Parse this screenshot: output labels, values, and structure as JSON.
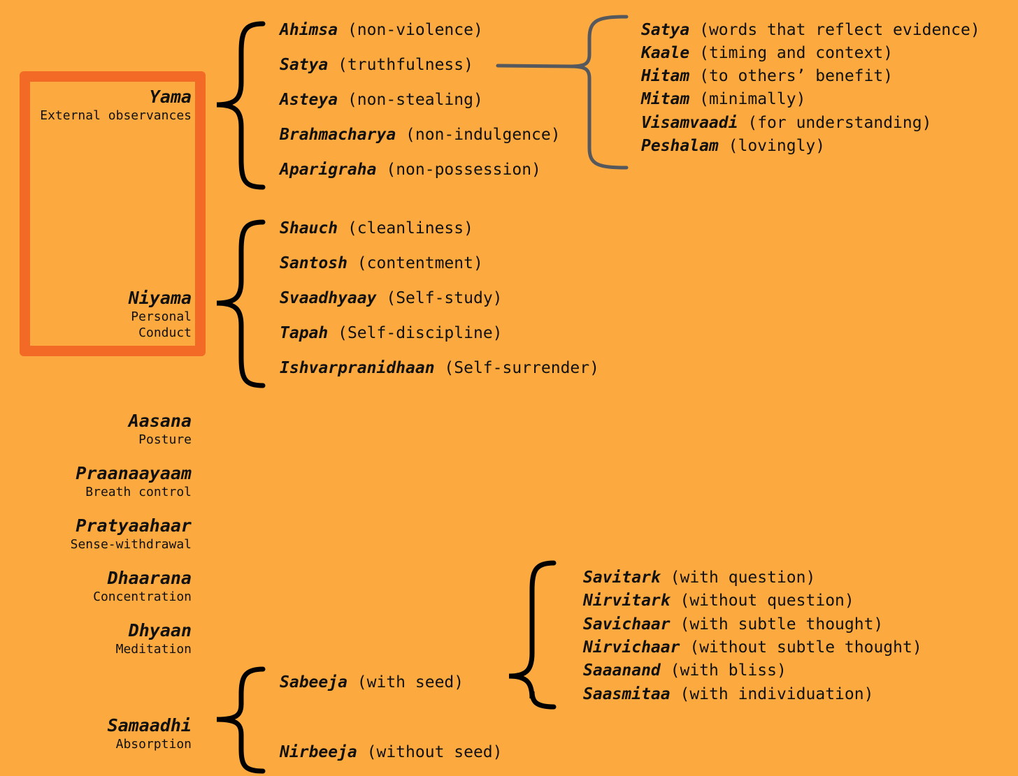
{
  "colors": {
    "background": "#FCA93F",
    "highlight": "#F26A25",
    "brace": "#000000",
    "brace_alt": "#55595E"
  },
  "limbs": [
    {
      "name": "Yama",
      "desc": "External observances"
    },
    {
      "name": "Niyama",
      "desc": "Personal\nConduct"
    },
    {
      "name": "Aasana",
      "desc": "Posture"
    },
    {
      "name": "Praanaayaam",
      "desc": "Breath control"
    },
    {
      "name": "Pratyaahaar",
      "desc": "Sense-withdrawal"
    },
    {
      "name": "Dhaarana",
      "desc": "Concentration"
    },
    {
      "name": "Dhyaan",
      "desc": "Meditation"
    },
    {
      "name": "Samaadhi",
      "desc": "Absorption"
    }
  ],
  "yama_items": [
    {
      "term": "Ahimsa",
      "gloss": "(non-violence)"
    },
    {
      "term": "Satya",
      "gloss": "(truthfulness)"
    },
    {
      "term": "Asteya",
      "gloss": "(non-stealing)"
    },
    {
      "term": "Brahmacharya",
      "gloss": "(non-indulgence)"
    },
    {
      "term": "Aparigraha",
      "gloss": "(non-possession)"
    }
  ],
  "satya_items": [
    {
      "term": "Satya",
      "gloss": "(words that reflect evidence)"
    },
    {
      "term": "Kaale",
      "gloss": "(timing and context)"
    },
    {
      "term": "Hitam",
      "gloss": "(to others’ benefit)"
    },
    {
      "term": "Mitam",
      "gloss": "(minimally)"
    },
    {
      "term": "Visamvaadi",
      "gloss": "(for understanding)"
    },
    {
      "term": "Peshalam",
      "gloss": "(lovingly)"
    }
  ],
  "niyama_items": [
    {
      "term": "Shauch",
      "gloss": "(cleanliness)"
    },
    {
      "term": "Santosh",
      "gloss": "(contentment)"
    },
    {
      "term": "Svaadhyaay",
      "gloss": "(Self-study)"
    },
    {
      "term": "Tapah",
      "gloss": "(Self-discipline)"
    },
    {
      "term": "Ishvarpranidhaan",
      "gloss": "(Self-surrender)"
    }
  ],
  "samaadhi_items": [
    {
      "term": "Sabeeja",
      "gloss": "(with seed)"
    },
    {
      "term": "Nirbeeja",
      "gloss": "(without seed)"
    }
  ],
  "sabeeja_items": [
    {
      "term": "Savitark",
      "gloss": "(with question)"
    },
    {
      "term": "Nirvitark",
      "gloss": "(without question)"
    },
    {
      "term": "Savichaar",
      "gloss": "(with subtle thought)"
    },
    {
      "term": "Nirvichaar",
      "gloss": "(without subtle thought)"
    },
    {
      "term": "Saaanand",
      "gloss": "(with bliss)"
    },
    {
      "term": "Saasmitaa",
      "gloss": "(with individuation)"
    }
  ]
}
